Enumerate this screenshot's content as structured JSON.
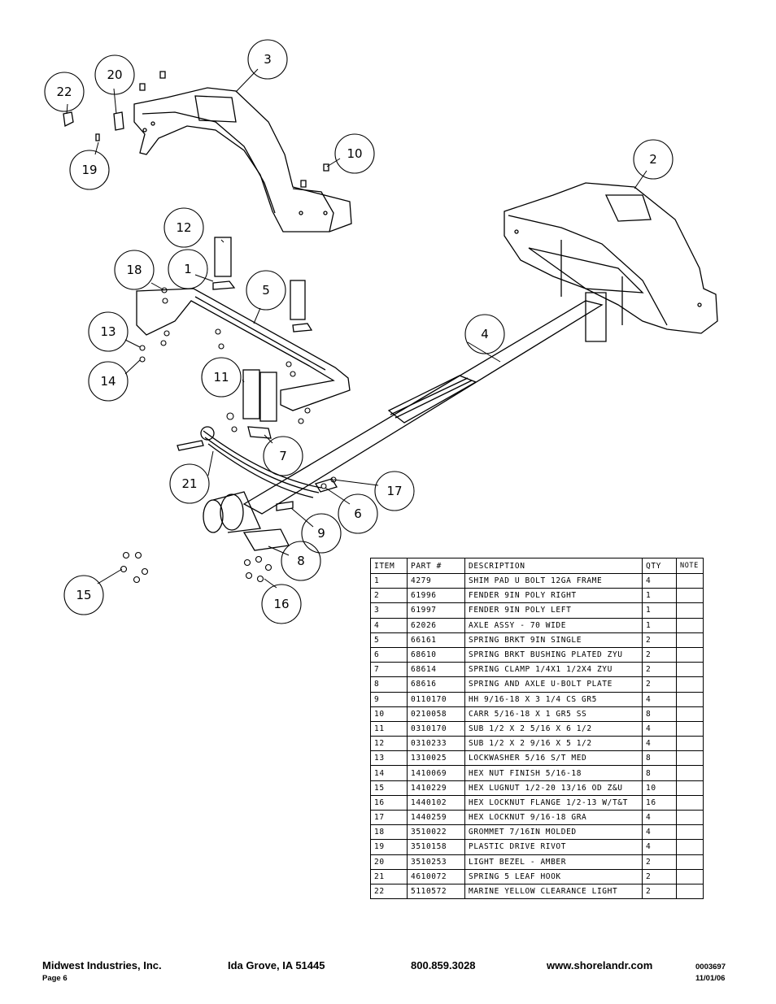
{
  "callouts": [
    "1",
    "2",
    "3",
    "4",
    "5",
    "6",
    "7",
    "8",
    "9",
    "10",
    "11",
    "12",
    "13",
    "14",
    "15",
    "16",
    "17",
    "18",
    "19",
    "20",
    "21",
    "22"
  ],
  "table": {
    "headers": [
      "ITEM",
      "PART #",
      "DESCRIPTION",
      "QTY",
      "NOTE"
    ],
    "rows": [
      {
        "item": "1",
        "part": "4279",
        "desc": "SHIM PAD   U BOLT 12GA FRAME",
        "qty": "4",
        "note": ""
      },
      {
        "item": "2",
        "part": "61996",
        "desc": "FENDER  9IN POLY RIGHT",
        "qty": "1",
        "note": ""
      },
      {
        "item": "3",
        "part": "61997",
        "desc": "FENDER  9IN POLY LEFT",
        "qty": "1",
        "note": ""
      },
      {
        "item": "4",
        "part": "62026",
        "desc": "AXLE ASSY - 70 WIDE",
        "qty": "1",
        "note": ""
      },
      {
        "item": "5",
        "part": "66161",
        "desc": "SPRING BRKT   9IN SINGLE",
        "qty": "2",
        "note": ""
      },
      {
        "item": "6",
        "part": "68610",
        "desc": "SPRING BRKT BUSHING PLATED ZYU",
        "qty": "2",
        "note": ""
      },
      {
        "item": "7",
        "part": "68614",
        "desc": "SPRING CLAMP   1/4X1 1/2X4  ZYU",
        "qty": "2",
        "note": ""
      },
      {
        "item": "8",
        "part": "68616",
        "desc": "SPRING AND AXLE U-BOLT PLATE",
        "qty": "2",
        "note": ""
      },
      {
        "item": "9",
        "part": "0110170",
        "desc": "HH 9/16-18 X 3 1/4 CS GR5",
        "qty": "4",
        "note": ""
      },
      {
        "item": "10",
        "part": "0210058",
        "desc": "CARR 5/16-18 X 1 GR5 SS",
        "qty": "8",
        "note": ""
      },
      {
        "item": "11",
        "part": "0310170",
        "desc": "SUB 1/2 X 2 5/16 X 6 1/2",
        "qty": "4",
        "note": ""
      },
      {
        "item": "12",
        "part": "0310233",
        "desc": "SUB 1/2 X 2 9/16 X 5 1/2",
        "qty": "4",
        "note": ""
      },
      {
        "item": "13",
        "part": "1310025",
        "desc": "LOCKWASHER 5/16 S/T MED",
        "qty": "8",
        "note": ""
      },
      {
        "item": "14",
        "part": "1410069",
        "desc": "HEX NUT FINISH 5/16-18",
        "qty": "8",
        "note": ""
      },
      {
        "item": "15",
        "part": "1410229",
        "desc": "HEX LUGNUT 1/2-20 13/16 OD Z&U",
        "qty": "10",
        "note": ""
      },
      {
        "item": "16",
        "part": "1440102",
        "desc": "HEX LOCKNUT FLANGE 1/2-13 W/T&T",
        "qty": "16",
        "note": ""
      },
      {
        "item": "17",
        "part": "1440259",
        "desc": "HEX LOCKNUT 9/16-18 GRA",
        "qty": "4",
        "note": ""
      },
      {
        "item": "18",
        "part": "3510022",
        "desc": "GROMMET  7/16IN MOLDED",
        "qty": "4",
        "note": ""
      },
      {
        "item": "19",
        "part": "3510158",
        "desc": "PLASTIC DRIVE RIVOT",
        "qty": "4",
        "note": ""
      },
      {
        "item": "20",
        "part": "3510253",
        "desc": "LIGHT BEZEL - AMBER",
        "qty": "2",
        "note": ""
      },
      {
        "item": "21",
        "part": "4610072",
        "desc": "SPRING  5 LEAF HOOK",
        "qty": "2",
        "note": ""
      },
      {
        "item": "22",
        "part": "5110572",
        "desc": "MARINE YELLOW CLEARANCE LIGHT",
        "qty": "2",
        "note": ""
      }
    ]
  },
  "footer": {
    "company": "Midwest Industries, Inc.",
    "city": "Ida Grove, IA  51445",
    "phone": "800.859.3028",
    "web": "www.shorelandr.com",
    "page": "Page 6",
    "doc_number": "0003697",
    "date": "11/01/06"
  }
}
